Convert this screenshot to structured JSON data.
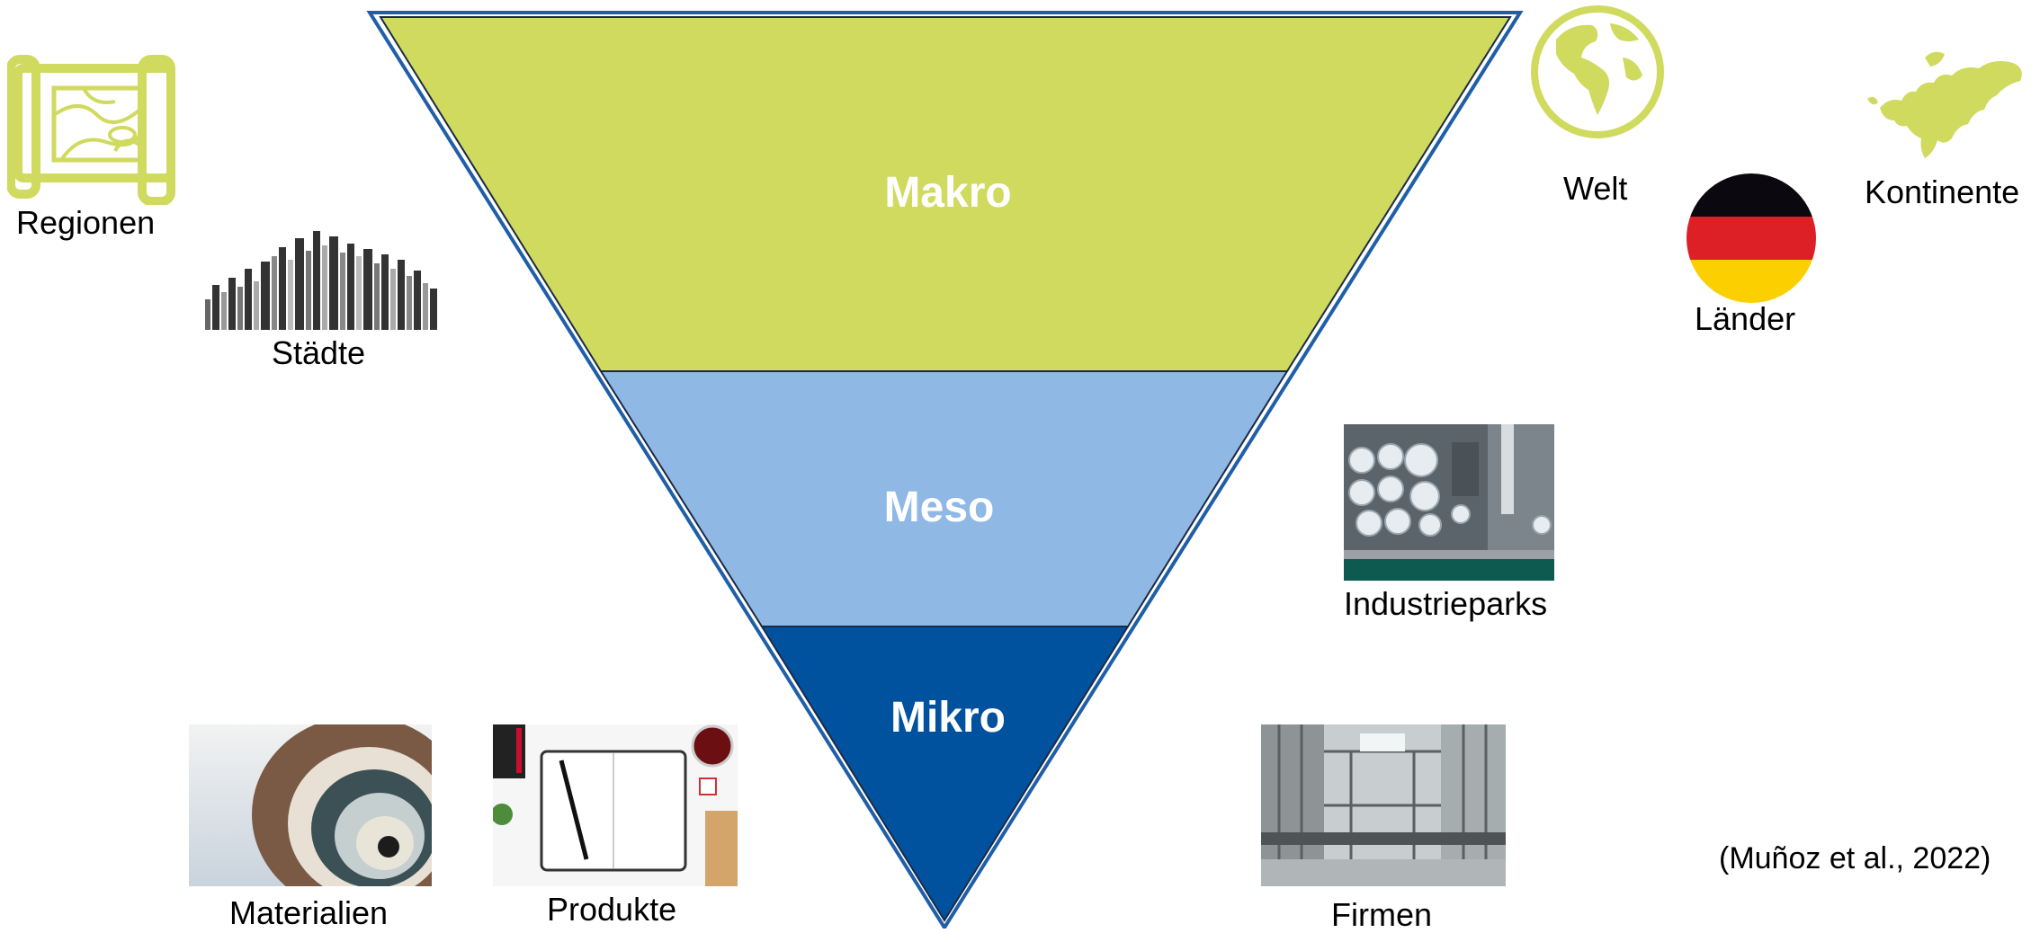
{
  "colors": {
    "makro": "#d0da5e",
    "meso": "#8fb8e4",
    "mikro": "#00529e",
    "outline": "#1f5fa8",
    "icon_green": "#d0da5e"
  },
  "levels": {
    "makro": "Makro",
    "meso": "Meso",
    "mikro": "Mikro"
  },
  "items": {
    "regionen": "Regionen",
    "staedte": "Städte",
    "welt": "Welt",
    "kontinente": "Kontinente",
    "laender": "Länder",
    "industrieparks": "Industrieparks",
    "firmen": "Firmen",
    "materialien": "Materialien",
    "produkte": "Produkte"
  },
  "citation": "(Muñoz et al., 2022)",
  "icons": [
    "map-icon",
    "skyline-icon",
    "globe-icon",
    "europe-map-icon",
    "germany-flag-icon",
    "industrial-park-photo",
    "office-building-photo",
    "material-roll-photo",
    "notebook-photo"
  ]
}
